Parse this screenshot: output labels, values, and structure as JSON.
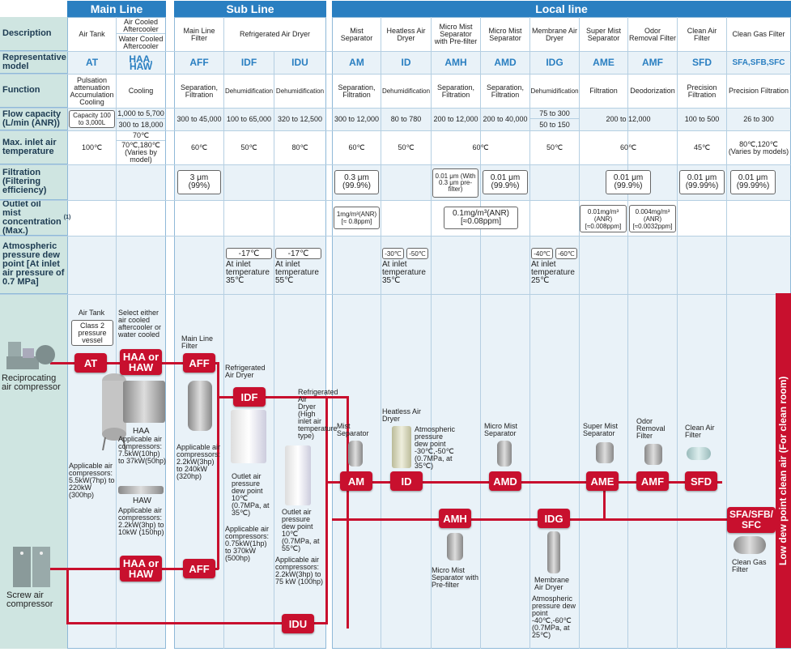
{
  "sections": {
    "main": "Main Line",
    "sub": "Sub Line",
    "local": "Local line"
  },
  "rows": {
    "description": "Description",
    "model": "Representative model",
    "function": "Function",
    "flow": "Flow capacity (L/min (ANR))",
    "temp": "Max. inlet air temperature",
    "filtration": "Filtration (Filtering efficiency)",
    "mist": "Outlet oil mist concentration (Max.)",
    "mist_note": "(1)",
    "dew": "Atmospheric pressure dew point [At inlet air pressure of 0.7 MPa]"
  },
  "columns": [
    {
      "desc": "Air Tank",
      "model": "AT",
      "func": "Pulsation attenuation Accumulation Cooling",
      "flow": "Capacity 100 to 3,000L",
      "temp": "100℃"
    },
    {
      "desc": "Air Cooled Aftercooler",
      "desc2": "Water Cooled Aftercooler",
      "model": "HAA, HAW",
      "func": "Cooling",
      "flow": "1,000 to 5,700",
      "flow2": "300 to 18,000",
      "temp": "70℃",
      "temp2": "70℃,180℃ (Varies by model)"
    },
    {
      "desc": "Main Line Filter",
      "model": "AFF",
      "func": "Separation, Filtration",
      "flow": "300 to 45,000",
      "temp": "60℃",
      "filt": "3 μm (99%)"
    },
    {
      "desc": "Refrigerated Air Dryer",
      "model": "IDF",
      "func": "Dehumidification",
      "flow": "100 to 65,000",
      "temp": "50℃",
      "dew": "-17℃",
      "dewnote": "At inlet temperature 35℃"
    },
    {
      "model": "IDU",
      "func": "Dehumidification",
      "flow": "320 to 12,500",
      "temp": "80℃",
      "dew": "-17℃",
      "dewnote": "At inlet temperature 55℃"
    },
    {
      "desc": "Mist Separator",
      "model": "AM",
      "func": "Separation, Filtration",
      "flow": "300 to 12,000",
      "temp": "60℃",
      "filt": "0.3 μm (99.9%)",
      "mist": "1mg/m³(ANR) [≈ 0.8ppm]"
    },
    {
      "desc": "Heatless Air Dryer",
      "model": "ID",
      "func": "Dehumidification",
      "flow": "80 to 780",
      "temp": "50℃",
      "dew": "-30℃",
      "dew2": "-50℃",
      "dewnote": "At inlet temperature 35℃"
    },
    {
      "desc": "Micro Mist Separator with Pre-filter",
      "model": "AMH",
      "func": "Separation, Filtration",
      "flow": "200 to 12,000",
      "filt": "0.01 μm (With 0.3 μm pre-filter)",
      "mist": "0.1mg/m³(ANR) [≈0.08ppm]"
    },
    {
      "desc": "Micro Mist Separator",
      "model": "AMD",
      "func": "Separation, Filtration",
      "flow": "200 to 40,000",
      "temp": "60℃",
      "filt": "0.01 μm (99.9%)"
    },
    {
      "desc": "Membrane Air Dryer",
      "model": "IDG",
      "func": "Dehumidification",
      "flow": "75 to 300",
      "flow2": "50 to 150",
      "temp": "50℃",
      "dew": "-40℃",
      "dew2": "-60℃",
      "dewnote": "At inlet temperature 25℃"
    },
    {
      "desc": "Super Mist Separator",
      "model": "AME",
      "func": "Filtration",
      "flow": "200 to 12,000",
      "filt": "0.01 μm (99.9%)",
      "mist": "0.01mg/m³ (ANR) [≈0.008ppm]"
    },
    {
      "desc": "Odor Removal Filter",
      "model": "AMF",
      "func": "Deodorization",
      "temp": "60℃",
      "mist": "0.004mg/m³ (ANR) [≈0.0032ppm]"
    },
    {
      "desc": "Clean Air Filter",
      "model": "SFD",
      "func": "Precision Filtration",
      "flow": "100 to 500",
      "temp": "45℃",
      "filt": "0.01 μm (99.99%)"
    },
    {
      "desc": "Clean Gas Filter",
      "model": "SFA,SFB,SFC",
      "func": "Precision Filtration",
      "flow": "26 to 300",
      "temp": "80℃,120℃ (Varies by models)",
      "filt": "0.01 μm (99.99%)"
    }
  ],
  "diagram": {
    "recip": "Reciprocating air compressor",
    "screw": "Screw air compressor",
    "at_title": "Air Tank",
    "at_box": "Class 2 pressure vessel",
    "at_note": "Applicable air compressors: 5.5kW(7hp) to 220kW (300hp)",
    "haa_title": "Select either air cooled aftercooler or water cooled",
    "haa_label": "HAA",
    "haa_note": "Applicable air compressors: 7.5kW(10hp) to 37kW(50hp)",
    "haw_label": "HAW",
    "haw_note": "Applicable air compressors: 2.2kW(3hp) to 10kW (150hp)",
    "aff_title": "Main Line Filter",
    "aff_note": "Applicable air compressors: 2.2kW(3hp) to 240kW (320hp)",
    "idf_title": "Refrigerated Air Dryer",
    "idf_note": "Outlet air pressure dew point 10℃ (0.7MPa, at 35℃)",
    "idf_note2": "Applicable air compressors: 0.75kW(1hp) to 370kW (500hp)",
    "idu_title": "Refrigerated Air Dryer (High inlet air temperature type)",
    "idu_note": "Outlet air pressure dew point 10℃ (0.7MPa, at 55℃)",
    "idu_note2": "Applicable air compressors: 2.2kW(3hp) to 75 kW (100hp)",
    "am_title": "Mist Separator",
    "id_title": "Heatless Air Dryer",
    "id_note": "Atmospheric pressure dew point -30℃,-50℃ (0.7MPa, at 35℃)",
    "amd_title": "Micro Mist Separator",
    "amh_title": "Micro Mist Separator with Pre-filter",
    "idg_title": "Membrane Air Dryer",
    "idg_note": "Atmospheric pressure dew point -40℃,-60℃ (0.7MPa, at 25℃)",
    "ame_title": "Super Mist Separator",
    "amf_title": "Odor Removal Filter",
    "sfd_title": "Clean Air Filter",
    "sfa_title": "Clean Gas Filter",
    "tags": {
      "at": "AT",
      "haa1": "HAA or HAW",
      "haa2": "HAA or HAW",
      "aff1": "AFF",
      "aff2": "AFF",
      "idf": "IDF",
      "idu": "IDU",
      "am": "AM",
      "id": "ID",
      "amd": "AMD",
      "amh": "AMH",
      "idg": "IDG",
      "ame": "AME",
      "amf": "AMF",
      "sfd": "SFD",
      "sfa": "SFA/SFB/ SFC"
    },
    "side": "Low dew point clean air (For clean room)"
  },
  "colors": {
    "header": "#2a7fc1",
    "tag": "#c8102e",
    "rowlabel": "#cfe5e1"
  }
}
